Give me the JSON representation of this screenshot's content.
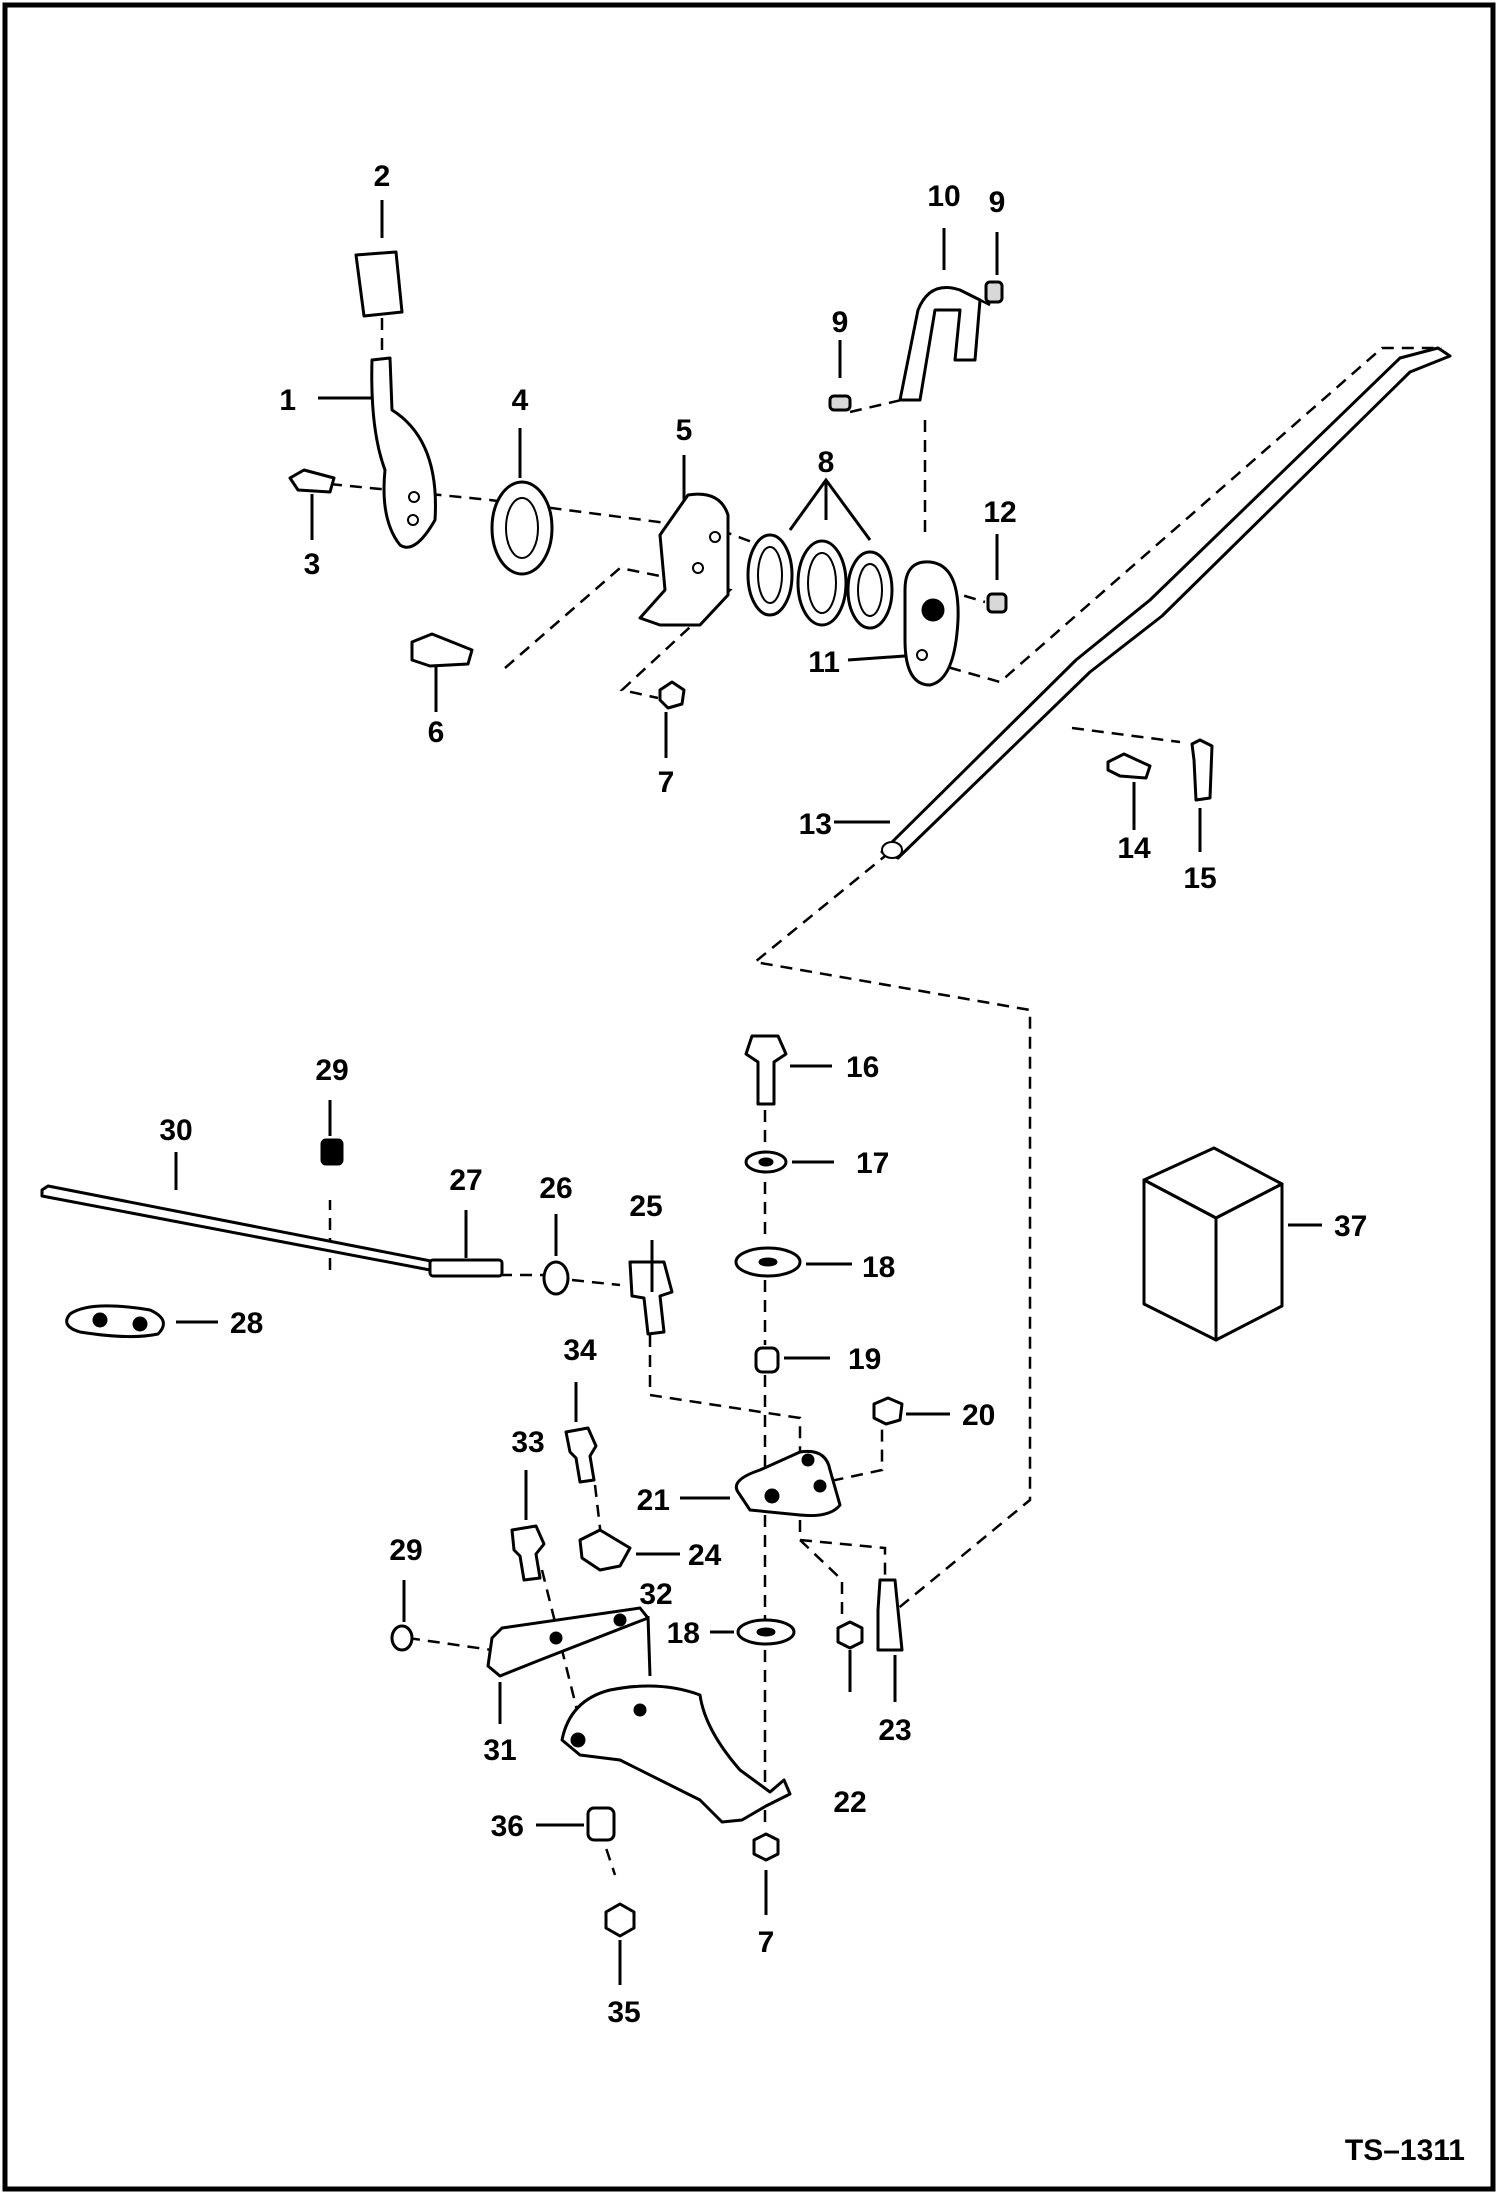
{
  "callouts": {
    "c1": "1",
    "c2": "2",
    "c3": "3",
    "c4": "4",
    "c5": "5",
    "c6": "6",
    "c7a": "7",
    "c7b": "7",
    "c8": "8",
    "c9a": "9",
    "c9b": "9",
    "c10": "10",
    "c11": "11",
    "c12": "12",
    "c13": "13",
    "c14": "14",
    "c15": "15",
    "c16": "16",
    "c17": "17",
    "c18a": "18",
    "c18b": "18",
    "c19": "19",
    "c20": "20",
    "c21": "21",
    "c22": "22",
    "c23": "23",
    "c24": "24",
    "c25": "25",
    "c26": "26",
    "c27": "27",
    "c28": "28",
    "c29a": "29",
    "c29b": "29",
    "c30": "30",
    "c31": "31",
    "c32": "32",
    "c33": "33",
    "c34": "34",
    "c35": "35",
    "c36": "36",
    "c37": "37"
  },
  "figure_id": "TS–1311"
}
